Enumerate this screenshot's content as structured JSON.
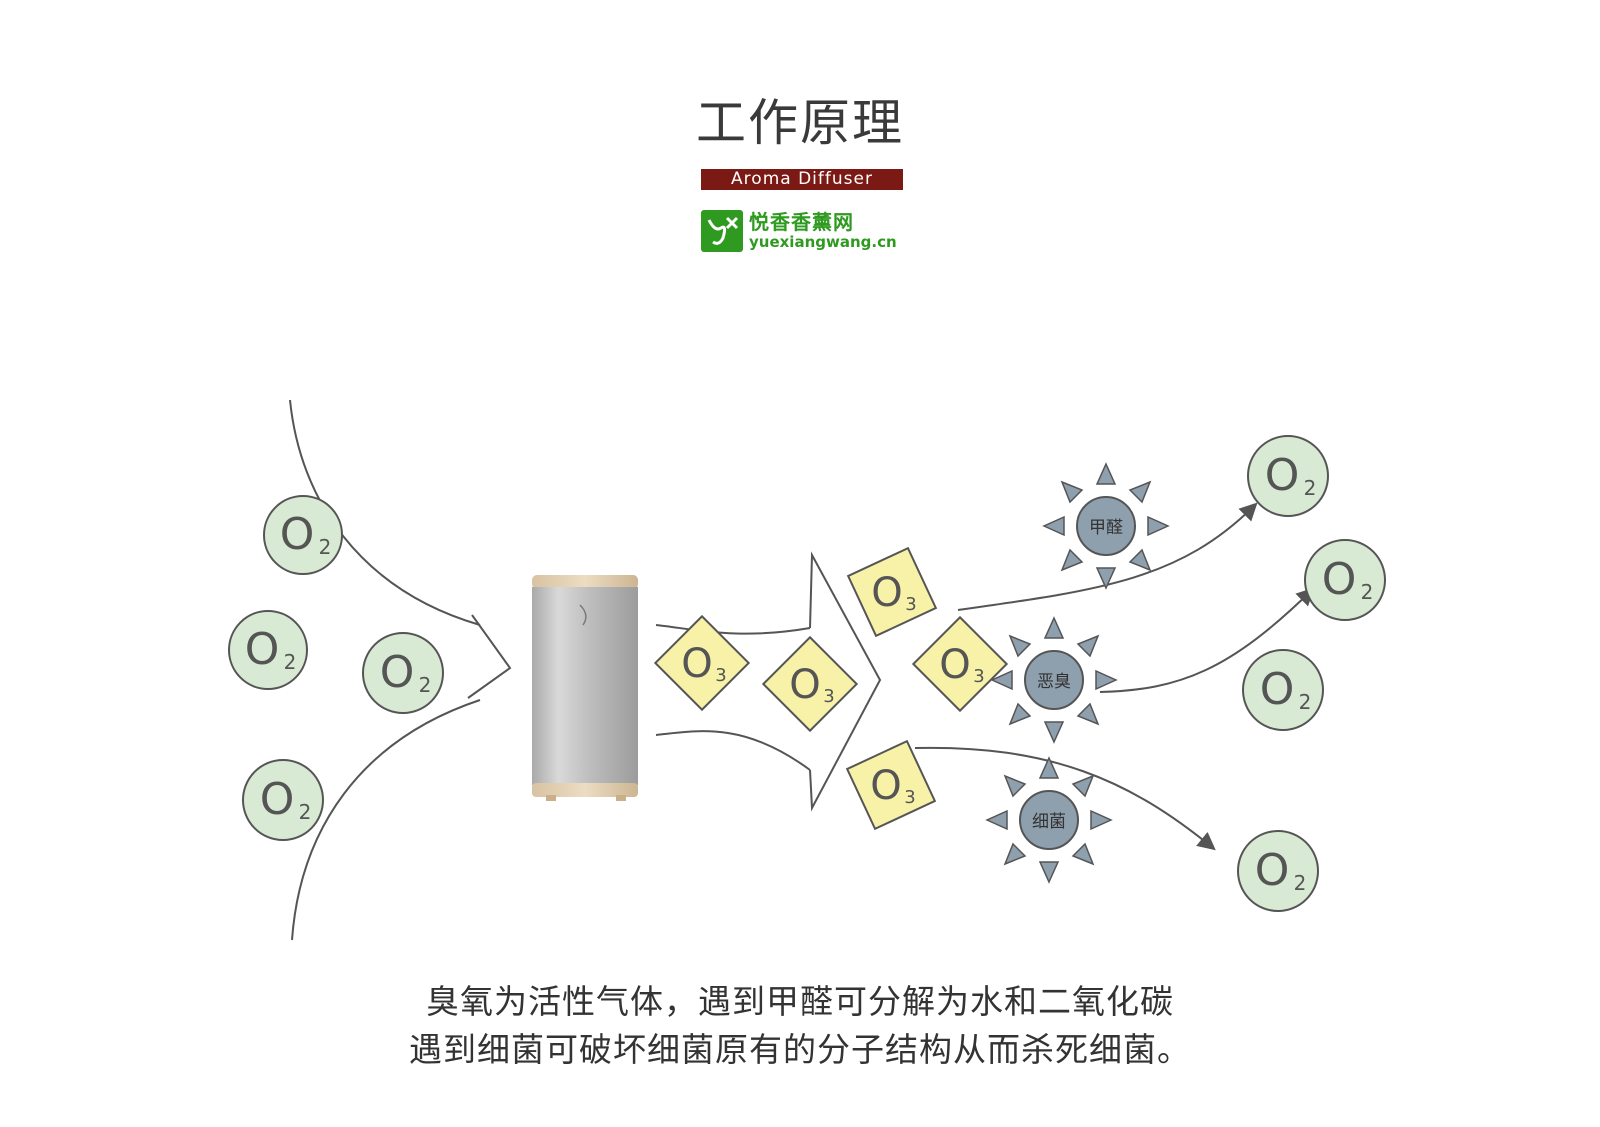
{
  "header": {
    "title": "工作原理",
    "subtitle": "Aroma Diffuser",
    "logo_cn": "悦香香薰网",
    "logo_url": "yuexiangwang.cn"
  },
  "molecules": {
    "o2": "O",
    "o3": "O",
    "sub2": "2",
    "sub3": "3"
  },
  "pollutants": {
    "formaldehyde": "甲醛",
    "odor": "恶臭",
    "bacteria": "细菌"
  },
  "caption": {
    "line1": "臭氧为活性气体，遇到甲醛可分解为水和二氧化碳",
    "line2": "遇到细菌可破坏细菌原有的分子结构从而杀死细菌。"
  },
  "colors": {
    "o2_fill": "#d8ead3",
    "o3_fill": "#f7f2a8",
    "sun_fill": "#8e9fae",
    "accent": "#7b1a14",
    "brand_green": "#2e9a1f"
  }
}
